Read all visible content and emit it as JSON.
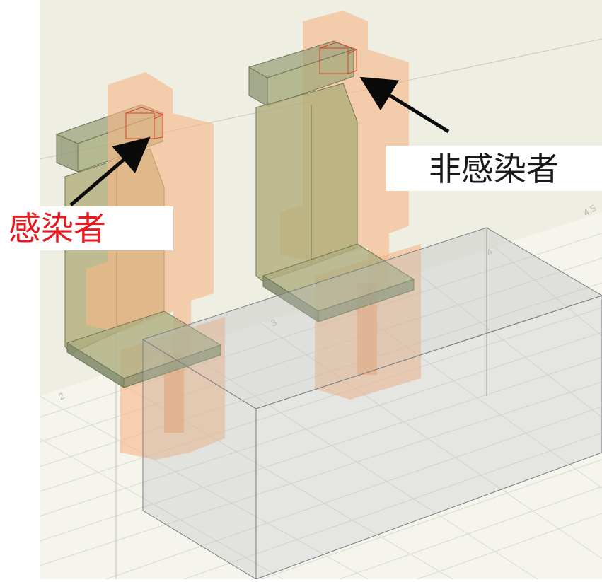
{
  "labels": {
    "infected": "感染者",
    "non_infected": "非感染者"
  },
  "colors": {
    "infected_label": "#e8191f",
    "non_infected_label": "#1a1a1a",
    "seat": "#8f9a6e",
    "person": "#f7b685",
    "person_mouth": "#e0402a",
    "table": "#aeb1b4",
    "wall": "#eeeee3",
    "floor": "#f6f6ef",
    "arrow": "#0a0a0a"
  },
  "grid_numbers": [
    "2",
    "3",
    "4",
    "4.5"
  ]
}
